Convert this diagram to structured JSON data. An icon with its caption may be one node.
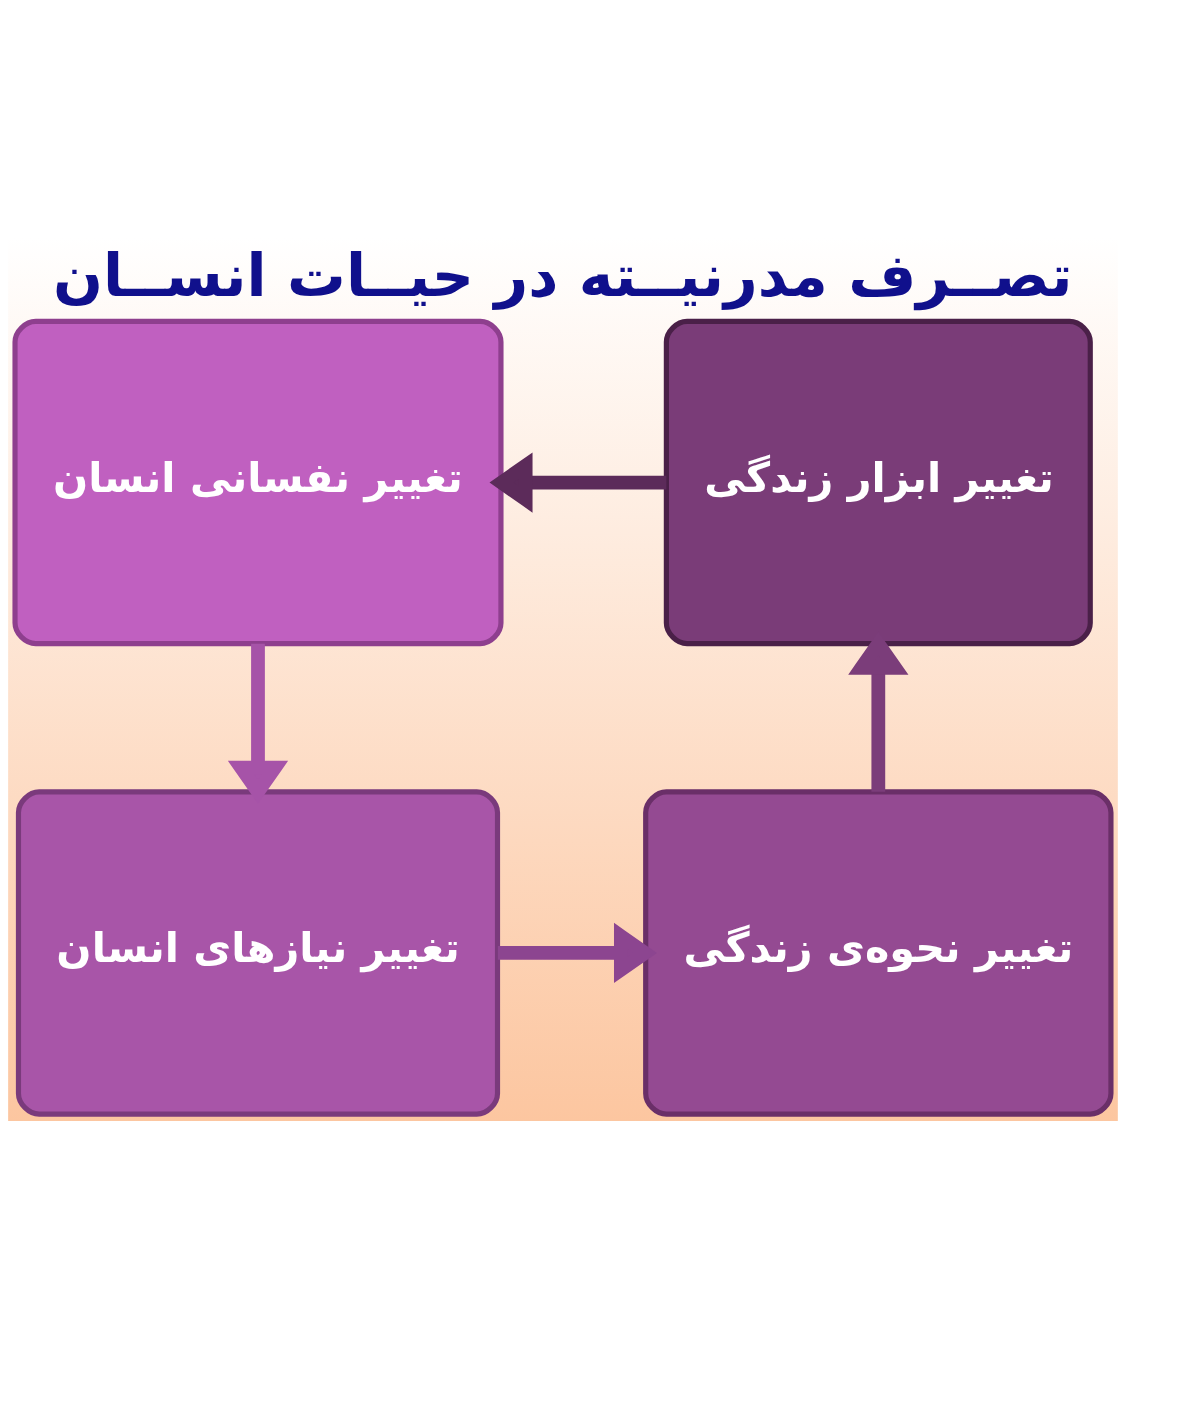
{
  "diagram": {
    "title": "تصــرف مدرنیــته در حیــات انســان",
    "nodes": [
      {
        "text": [
          "تغییر ابزار زندگی"
        ]
      },
      {
        "text": [
          "تغییر نفسانی انسان"
        ]
      },
      {
        "text": [
          "تغییر نیازهای انسان"
        ]
      },
      {
        "text": [
          "تغییر نحوه‌ی زندگی"
        ]
      }
    ],
    "edges": [
      {
        "from": 0,
        "to": 1,
        "arrow": "to",
        "color": "#5c2b5a"
      },
      {
        "from": 1,
        "to": 2,
        "arrow": "to",
        "color": "#a653a8"
      },
      {
        "from": 2,
        "to": 3,
        "arrow": "to",
        "color": "#8c4590"
      },
      {
        "from": 3,
        "to": 0,
        "arrow": "to",
        "color": "#7b3d7a"
      }
    ]
  }
}
